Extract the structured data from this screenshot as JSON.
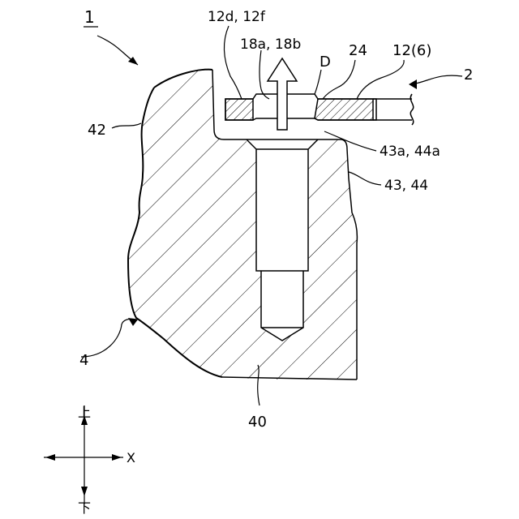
{
  "labels": {
    "fig_number": "1",
    "part_12d_12f": "12d, 12f",
    "part_18a_18b": "18a, 18b",
    "direction_d": "D",
    "part_24": "24",
    "part_12_6": "12(6)",
    "part_2": "2",
    "part_42": "42",
    "part_43a_44a": "43a, 44a",
    "part_43_44": "43, 44",
    "part_4": "4",
    "part_40": "40"
  },
  "axes": {
    "up": "上",
    "down": "下",
    "x": "X"
  },
  "colors": {
    "line": "#000000",
    "background": "#ffffff"
  }
}
